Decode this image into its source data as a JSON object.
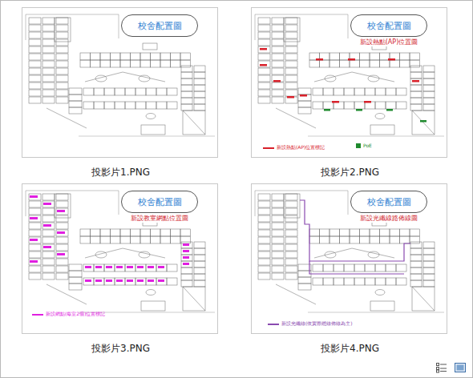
{
  "diagram": {
    "nodes": [
      {
        "text": [
          "投影片1.PNG"
        ]
      },
      {
        "text": [
          "校舍配置圖"
        ],
        "in": 0
      },
      {
        "text": [
          "投影片2.PNG"
        ]
      },
      {
        "text": [
          "校舍配置圖"
        ],
        "in": 2
      },
      {
        "text": [
          "投影片3.PNG"
        ]
      },
      {
        "text": [
          "校舍配置圖"
        ],
        "in": 4
      },
      {
        "text": [
          "投影片4.PNG"
        ]
      },
      {
        "text": [
          "校舍配置圖"
        ],
        "in": 6
      }
    ],
    "edges": [],
    "labels": [
      "新設熱點(AP)位置圖",
      "新設教室網點位置圖",
      "新設光纖線路佈線圖"
    ],
    "legend": [
      {
        "text": "新設熱點(AP)位置標記",
        "color": "#d8202a"
      },
      {
        "text": "PoE",
        "color": "#1f8a2e"
      },
      {
        "text": "新設網點(每室2個)位置標記",
        "color": "#e020e0"
      },
      {
        "text": "新設光纖線(依實際纜線佈線為主)",
        "color": "#8a4ab0"
      }
    ]
  }
}
